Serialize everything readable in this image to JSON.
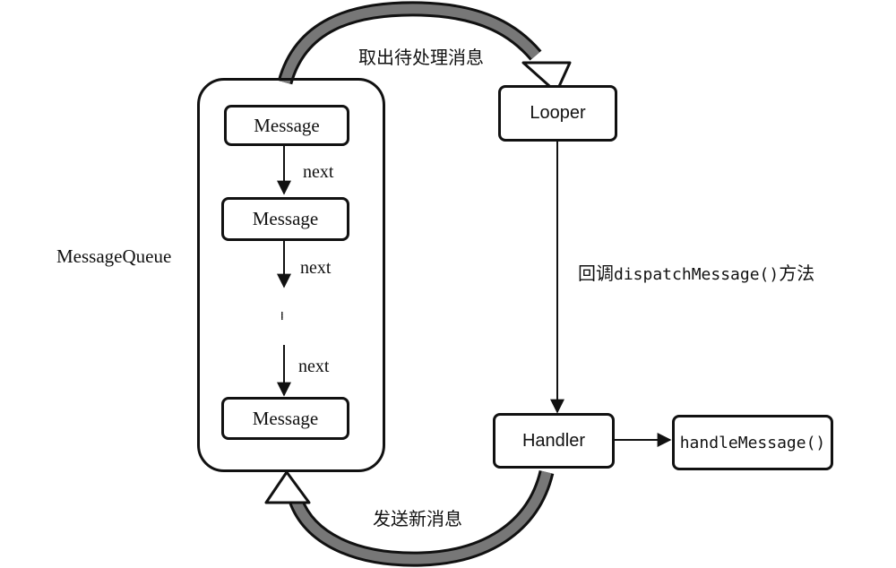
{
  "queue": {
    "label": "MessageQueue",
    "messages": [
      "Message",
      "Message",
      "Message"
    ],
    "next_labels": [
      "next",
      "next",
      "next"
    ],
    "ellipsis": "......"
  },
  "looper": {
    "label": "Looper"
  },
  "handler": {
    "label": "Handler"
  },
  "handle_message": {
    "label": "handleMessage()"
  },
  "edges": {
    "fetch": "取出待处理消息",
    "dispatch_prefix": "回调",
    "dispatch_code": "dispatchMessage()",
    "dispatch_suffix": "方法",
    "send": "发送新消息"
  }
}
